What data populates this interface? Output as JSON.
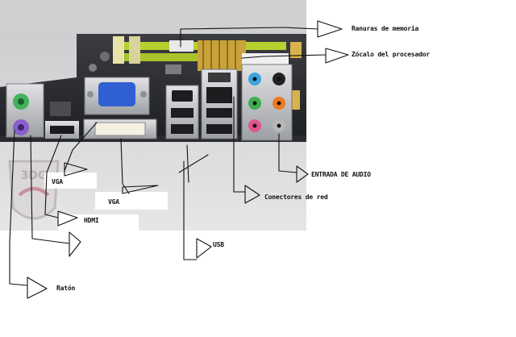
{
  "labels": {
    "memory_slots": "Ranuras de memoria",
    "cpu_socket": "Zócalo del procesador",
    "audio_in": "ENTRADA DE AUDIO",
    "network": "Conectores de red",
    "usb": "USB",
    "vga_1": "VGA",
    "vga_2": "VGA",
    "hdmi": "HDMI",
    "mouse": "Ratón"
  },
  "watermark": "3DG",
  "colors": {
    "audio_blue": "#39a7dc",
    "audio_green": "#3fae4f",
    "audio_pink": "#e0558f",
    "audio_orange": "#ee7a1f",
    "audio_black": "#222222",
    "audio_gray": "#b8b8b8",
    "ps2_green": "#43b25a",
    "ps2_purple": "#8a5fc9",
    "vga_blue": "#2f5fd0",
    "memory_slot": "#b7d02e",
    "heatsink_gold": "#c9a23a"
  }
}
